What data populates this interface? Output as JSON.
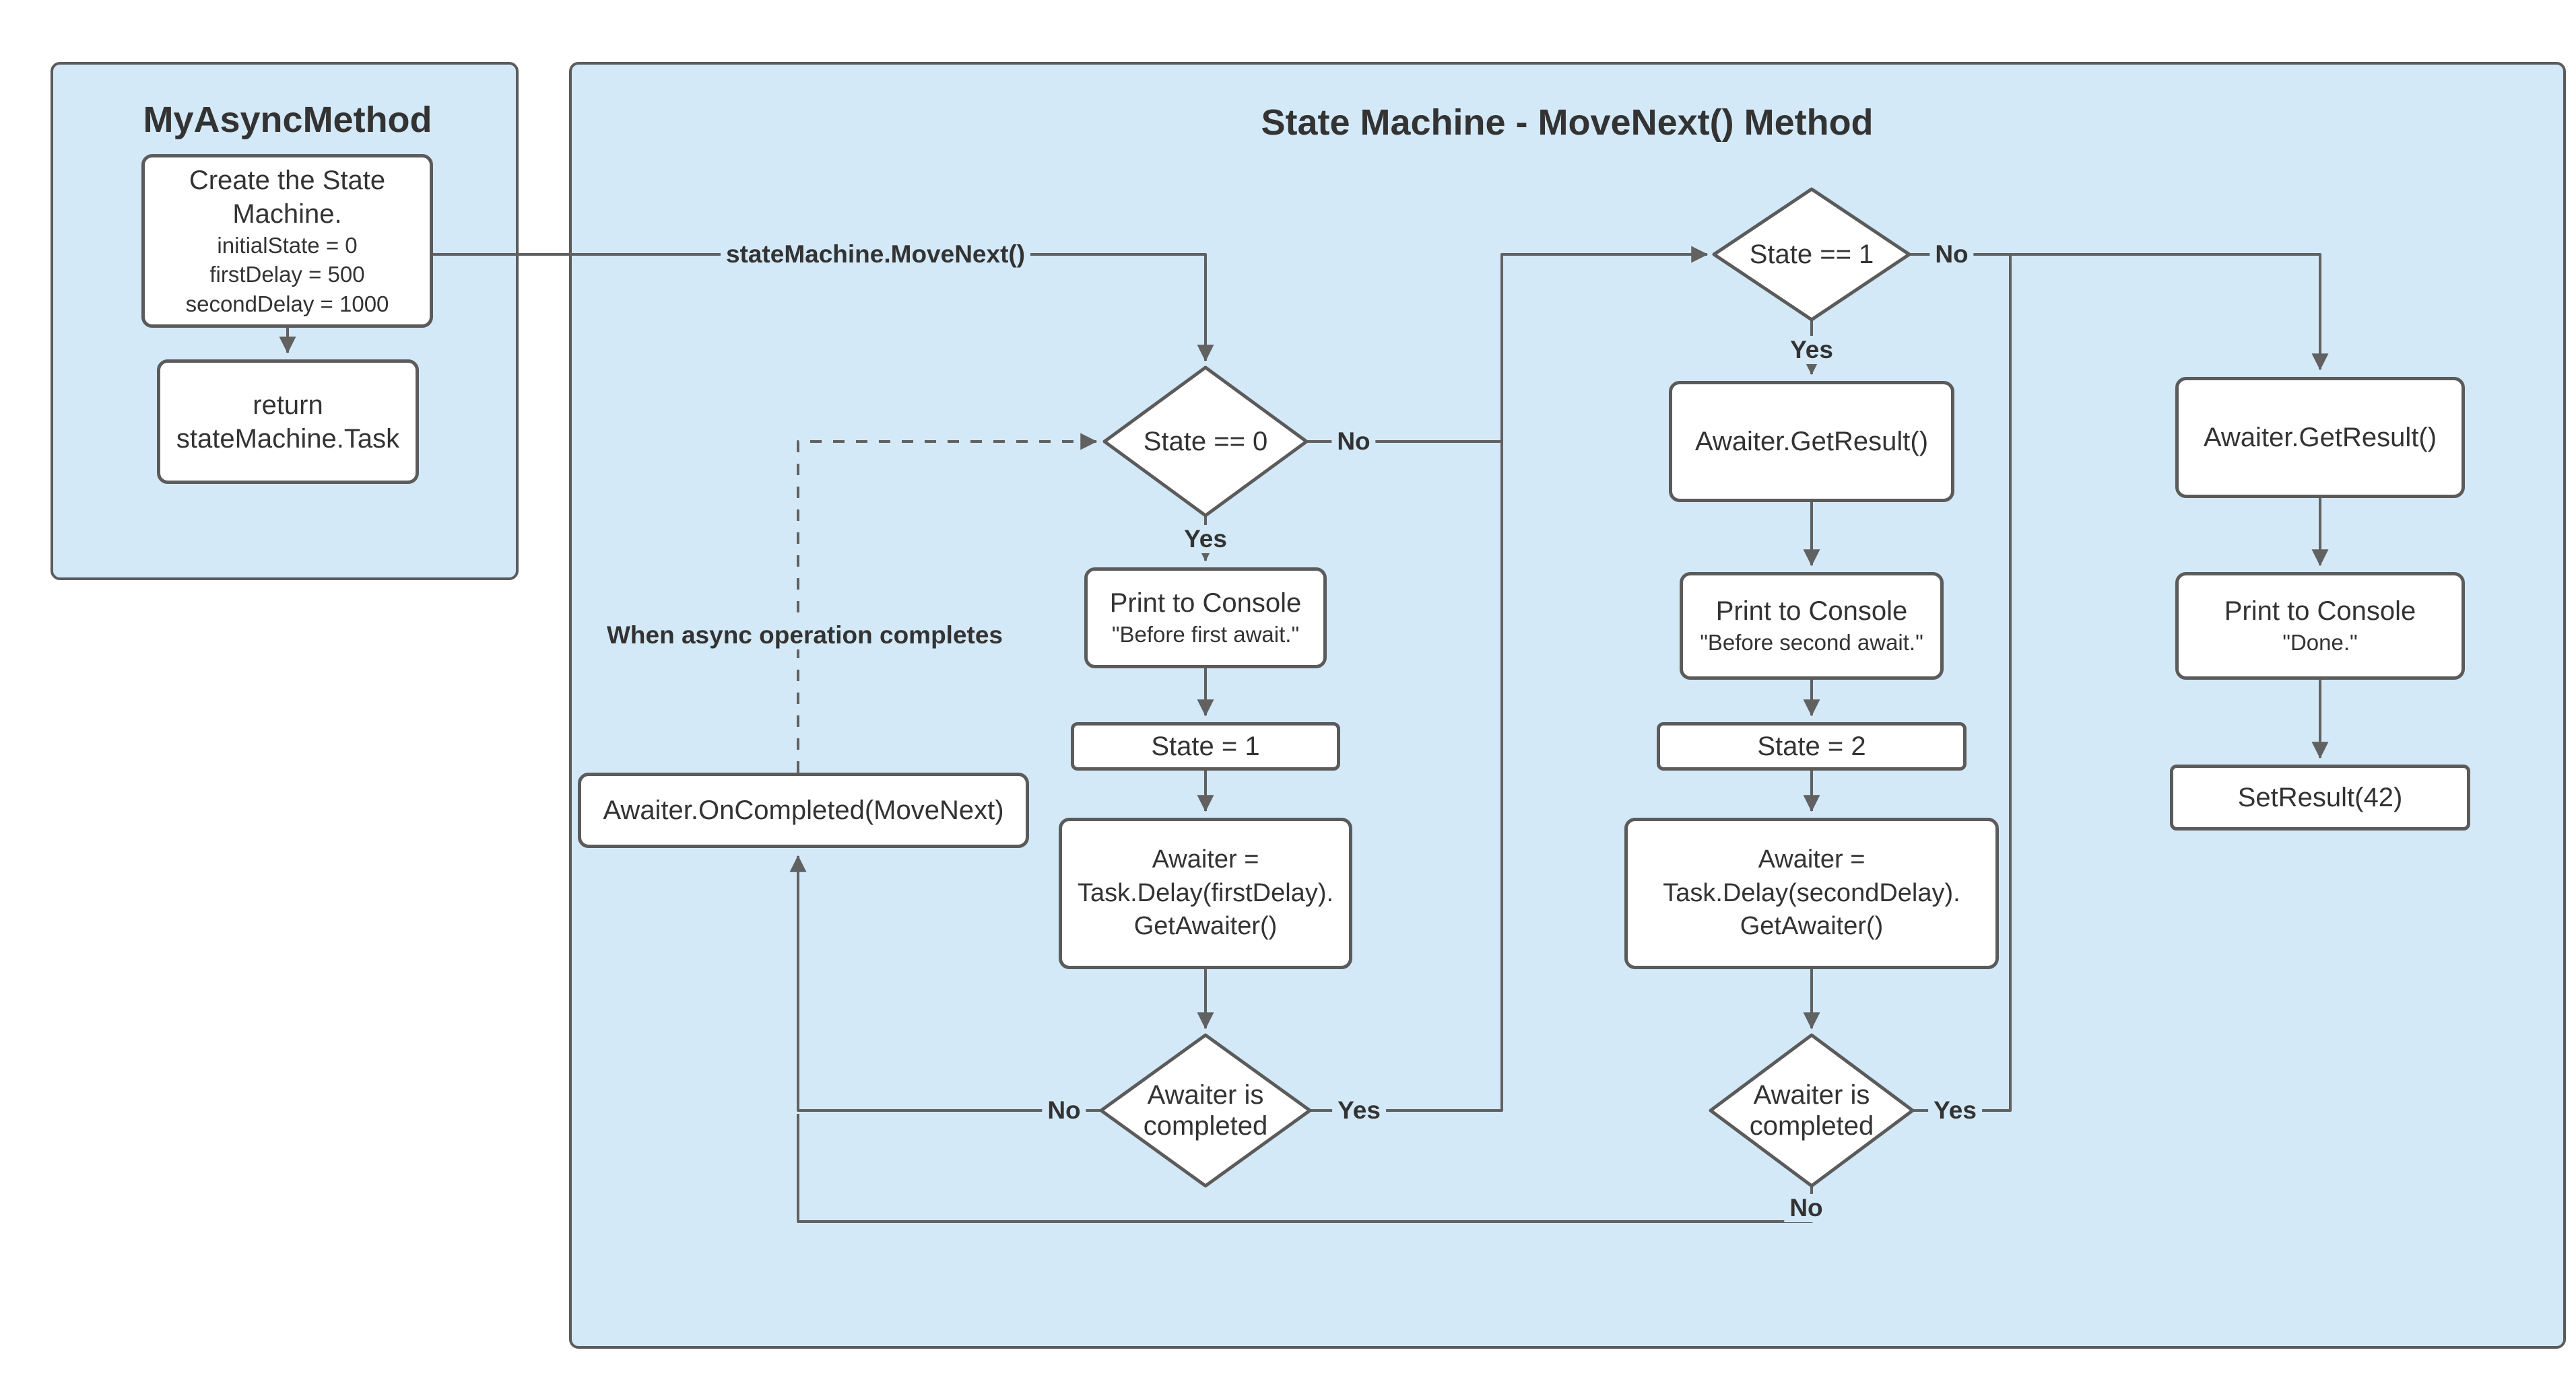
{
  "colors": {
    "panel_fill": "#d4e9f7",
    "panel_border": "#5b5b5b",
    "box_fill": "#ffffff",
    "box_border": "#5b5b5b",
    "connector": "#616161",
    "text": "#333333"
  },
  "left_panel": {
    "title": "MyAsyncMethod",
    "create_box": {
      "title": "Create the State Machine.",
      "lines": [
        "initialState = 0",
        "firstDelay = 500",
        "secondDelay = 1000"
      ]
    },
    "return_box": {
      "text": "return stateMachine.Task"
    }
  },
  "state_machine_panel": {
    "title": "State Machine - MoveNext() Method",
    "nodes": {
      "state_eq_0": {
        "text": "State == 0"
      },
      "print_first": {
        "title": "Print to Console",
        "quote": "\"Before first await.\""
      },
      "state_1": {
        "text": "State = 1"
      },
      "awaiter_first": {
        "lines": [
          "Awaiter =",
          "Task.Delay(firstDelay).",
          "GetAwaiter()"
        ]
      },
      "awaiter_completed_1": {
        "text": "Awaiter is completed"
      },
      "on_completed": {
        "text": "Awaiter.OnCompleted(MoveNext)"
      },
      "state_eq_1": {
        "text": "State == 1"
      },
      "get_result_2": {
        "text": "Awaiter.GetResult()"
      },
      "print_second": {
        "title": "Print to Console",
        "quote": "\"Before second await.\""
      },
      "state_2": {
        "text": "State = 2"
      },
      "awaiter_second": {
        "lines": [
          "Awaiter =",
          "Task.Delay(secondDelay).",
          "GetAwaiter()"
        ]
      },
      "awaiter_completed_2": {
        "text": "Awaiter is completed"
      },
      "get_result_3": {
        "text": "Awaiter.GetResult()"
      },
      "print_done": {
        "title": "Print to Console",
        "quote": "\"Done.\""
      },
      "set_result": {
        "text": "SetResult(42)"
      }
    },
    "edge_labels": {
      "movenext": "stateMachine.MoveNext()",
      "when_async": "When async operation completes",
      "d0_yes": "Yes",
      "d0_no": "No",
      "d1_yes": "Yes",
      "d1_no": "No",
      "d2_yes": "Yes",
      "d2_no": "No",
      "d3_yes": "Yes",
      "d3_no": "No"
    }
  }
}
